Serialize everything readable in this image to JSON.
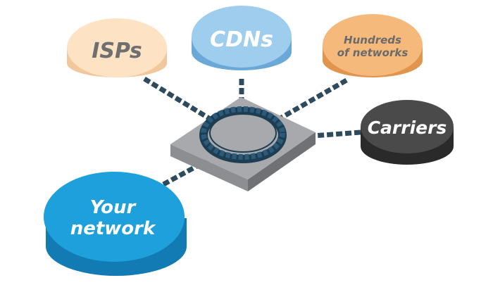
{
  "nodes": {
    "isps": {
      "label": "ISPs",
      "top": "#fde3c4",
      "side": "#f1c79c",
      "text": "#6f6f6f"
    },
    "cdns": {
      "label": "CDNs",
      "top": "#9fcdee",
      "side": "#6aa8d8",
      "text": "#ffffff"
    },
    "hundreds": {
      "label_line1": "Hundreds",
      "label_line2": "of networks",
      "top": "#f6b97c",
      "side": "#e0944e",
      "text": "#6a6a6a"
    },
    "carriers": {
      "label": "Carriers",
      "top": "#4a4a4a",
      "side": "#2a2a2a",
      "text": "#ffffff"
    },
    "your": {
      "label_line1": "Your",
      "label_line2": "network",
      "top": "#1ea0dc",
      "side": "#137bb3",
      "text": "#ffffff"
    }
  },
  "hub": {
    "top": "#a7a9ac",
    "side_left": "#8c8e91",
    "side_right": "#6f7174",
    "ring": "#1d3d52"
  },
  "link_color": "#2e4b5e"
}
